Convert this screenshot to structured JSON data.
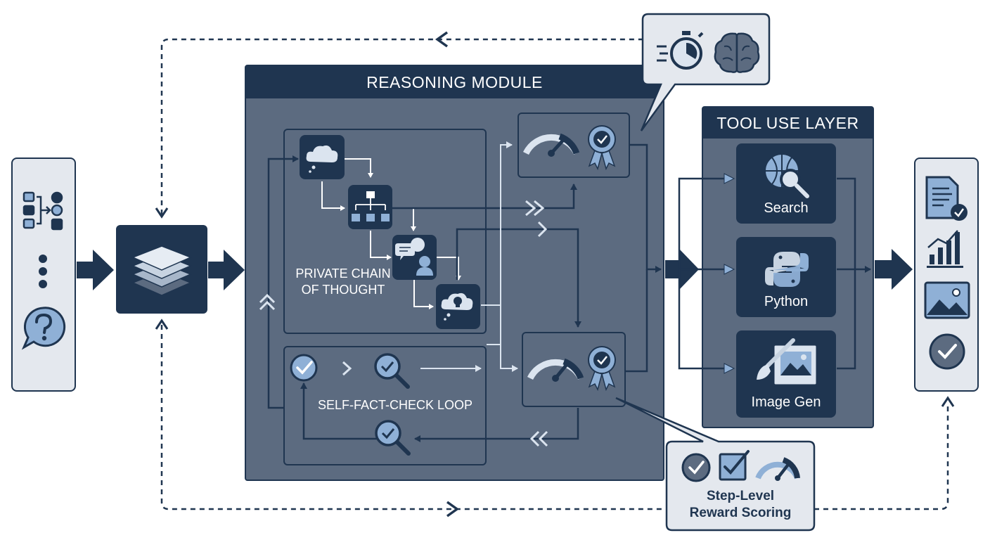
{
  "reasoning_module": {
    "title": "REASONING MODULE",
    "private_cot_label": "PRIVATE CHAIN\nOF THOUGHT",
    "self_fact_check_label": "SELF-FACT-CHECK LOOP"
  },
  "tool_layer": {
    "title": "TOOL USE LAYER",
    "tools": [
      {
        "label": "Search",
        "icon": "globe-magnifier-icon"
      },
      {
        "label": "Python",
        "icon": "python-logo-icon"
      },
      {
        "label": "Image Gen",
        "icon": "paintbrush-picture-icon"
      }
    ]
  },
  "reward_callout": {
    "label_line1": "Step-Level",
    "label_line2": "Reward Scoring"
  },
  "input_panel_icons": [
    "flowchart-icon",
    "ellipsis-icon",
    "question-bubble-icon"
  ],
  "output_panel_icons": [
    "document-check-icon",
    "bar-chart-icon",
    "image-icon",
    "check-circle-icon"
  ],
  "colors": {
    "navy": "#1f3550",
    "slate": "#5c6b80",
    "light": "#e4e8ee",
    "accent": "#8fb0d6"
  }
}
